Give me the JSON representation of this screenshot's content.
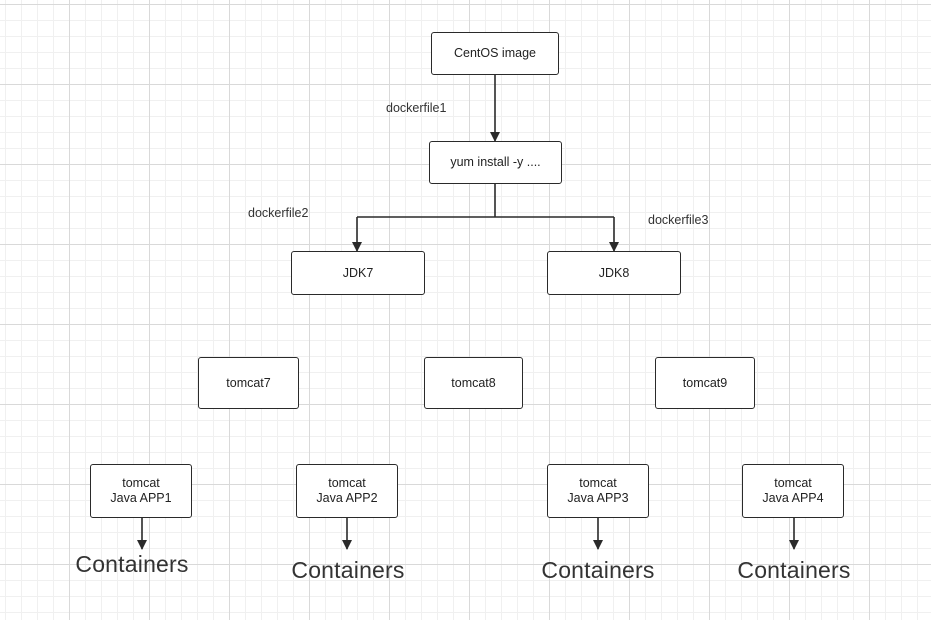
{
  "diagram": {
    "nodes": {
      "centos": "CentOS image",
      "yum": "yum install -y ....",
      "jdk7": "JDK7",
      "jdk8": "JDK8",
      "tomcat7": "tomcat7",
      "tomcat8": "tomcat8",
      "tomcat9": "tomcat9",
      "app1": {
        "line1": "tomcat",
        "line2": "Java APP1"
      },
      "app2": {
        "line1": "tomcat",
        "line2": "Java APP2"
      },
      "app3": {
        "line1": "tomcat",
        "line2": "Java APP3"
      },
      "app4": {
        "line1": "tomcat",
        "line2": "Java APP4"
      }
    },
    "edge_labels": {
      "dockerfile1": "dockerfile1",
      "dockerfile2": "dockerfile2",
      "dockerfile3": "dockerfile3"
    },
    "containers": [
      "Containers",
      "Containers",
      "Containers",
      "Containers"
    ]
  }
}
